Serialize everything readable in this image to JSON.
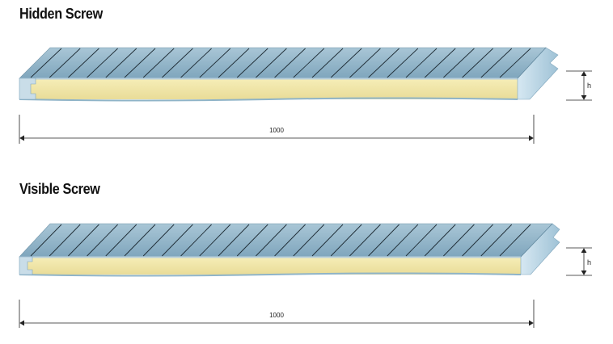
{
  "sections": [
    {
      "title": "Hidden Screw",
      "width_label": "1000",
      "height_label": "h"
    },
    {
      "title": "Visible Screw",
      "width_label": "1000",
      "height_label": "h"
    }
  ],
  "colors": {
    "skin_top": "#8fb4c8",
    "skin_edge": "#b7d3e2",
    "core_foam": "#f1e6a8",
    "rib_line": "#1f2d36",
    "dimension_line": "#222222"
  }
}
